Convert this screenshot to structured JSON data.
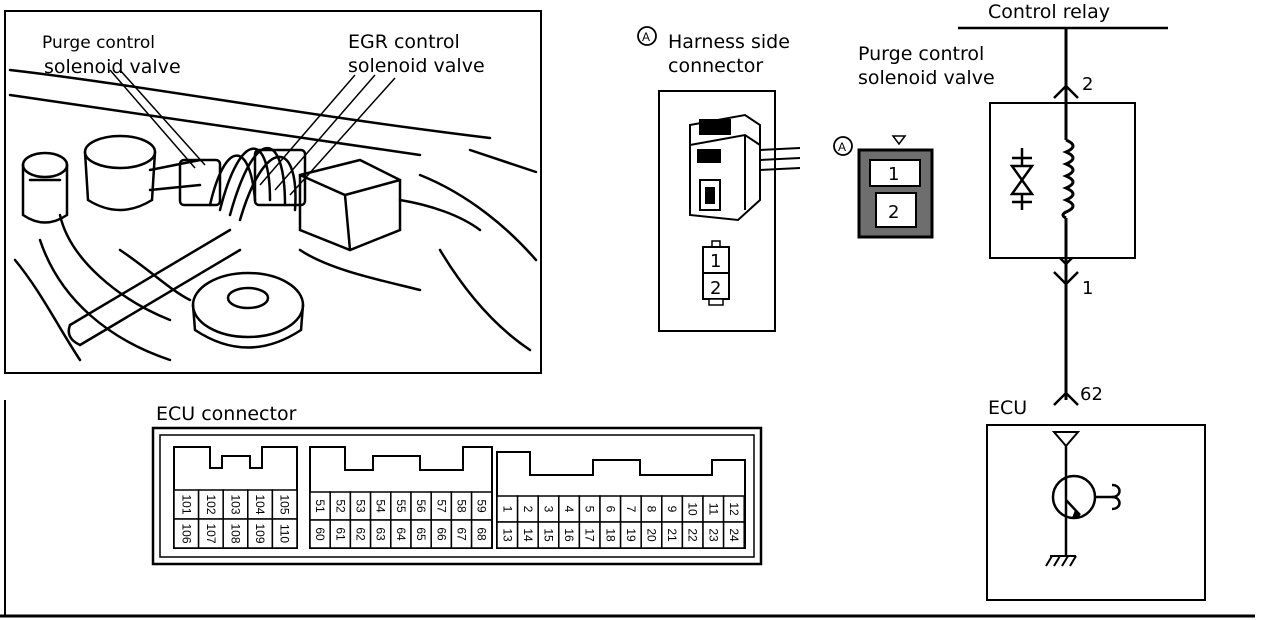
{
  "engine_view": {
    "purge_label": [
      "Purge control",
      "solenoid valve"
    ],
    "egr_label": [
      "EGR control",
      "solenoid valve"
    ]
  },
  "harness": {
    "marker": "A",
    "title": [
      "Harness side",
      "connector"
    ],
    "pins": [
      "1",
      "2"
    ]
  },
  "purge_connector": {
    "marker": "A",
    "title": [
      "Purge control",
      "solenoid valve"
    ],
    "pins": [
      "1",
      "2"
    ]
  },
  "circuit": {
    "control_relay": "Control relay",
    "ecu": "ECU",
    "terminal_top": "2",
    "terminal_bottom": "1",
    "ecu_terminal": "62"
  },
  "ecu_connector": {
    "title": "ECU connector",
    "group1": {
      "top": [
        "101",
        "102",
        "103",
        "104",
        "105"
      ],
      "bottom": [
        "106",
        "107",
        "108",
        "109",
        "110"
      ]
    },
    "group2": {
      "top": [
        "51",
        "52",
        "53",
        "54",
        "55",
        "56",
        "57",
        "58",
        "59"
      ],
      "bottom": [
        "60",
        "61",
        "62",
        "63",
        "64",
        "65",
        "66",
        "67",
        "68"
      ]
    },
    "group3": {
      "top": [
        "1",
        "2",
        "3",
        "4",
        "5",
        "6",
        "7",
        "8",
        "9",
        "10",
        "11",
        "12"
      ],
      "bottom": [
        "13",
        "14",
        "15",
        "16",
        "17",
        "18",
        "19",
        "20",
        "21",
        "22",
        "23",
        "24"
      ]
    }
  }
}
